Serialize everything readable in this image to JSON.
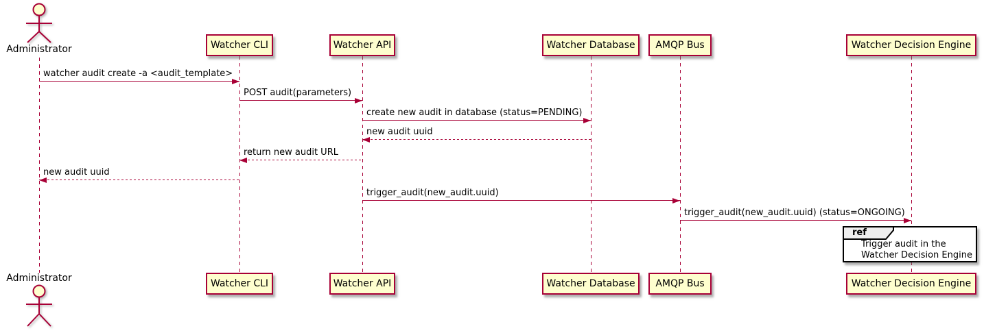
{
  "diagram_type": "UML sequence diagram",
  "actor": {
    "label": "Administrator"
  },
  "participants": [
    {
      "id": "watcher-cli",
      "label": "Watcher CLI"
    },
    {
      "id": "watcher-api",
      "label": "Watcher API"
    },
    {
      "id": "watcher-database",
      "label": "Watcher Database"
    },
    {
      "id": "amqp-bus",
      "label": "AMQP Bus"
    },
    {
      "id": "watcher-decision-engine",
      "label": "Watcher Decision Engine"
    }
  ],
  "messages": [
    {
      "from": "Administrator",
      "to": "Watcher CLI",
      "label": "watcher audit create -a <audit_template>",
      "line": "solid",
      "direction": "right"
    },
    {
      "from": "Watcher CLI",
      "to": "Watcher API",
      "label": "POST audit(parameters)",
      "line": "solid",
      "direction": "right"
    },
    {
      "from": "Watcher API",
      "to": "Watcher Database",
      "label": "create new audit in database (status=PENDING)",
      "line": "solid",
      "direction": "right"
    },
    {
      "from": "Watcher Database",
      "to": "Watcher API",
      "label": "new audit uuid",
      "line": "dashed",
      "direction": "left"
    },
    {
      "from": "Watcher API",
      "to": "Watcher CLI",
      "label": "return new audit URL",
      "line": "dashed",
      "direction": "left"
    },
    {
      "from": "Watcher CLI",
      "to": "Administrator",
      "label": "new audit uuid",
      "line": "dashed",
      "direction": "left"
    },
    {
      "from": "Watcher API",
      "to": "AMQP Bus",
      "label": "trigger_audit(new_audit.uuid)",
      "line": "solid",
      "direction": "right"
    },
    {
      "from": "AMQP Bus",
      "to": "Watcher Decision Engine",
      "label": "trigger_audit(new_audit.uuid) (status=ONGOING)",
      "line": "solid",
      "direction": "right"
    }
  ],
  "ref_fragment": {
    "tag": "ref",
    "line1": "Trigger audit in the",
    "line2": "Watcher Decision Engine",
    "over": "Watcher Decision Engine"
  },
  "colors": {
    "participant_fill": "#FEFECE",
    "accent_border": "#A80036",
    "text": "#000000",
    "ref_tag_fill": "#EEEEEE",
    "ref_border": "#000000",
    "background": "#FFFFFF"
  }
}
